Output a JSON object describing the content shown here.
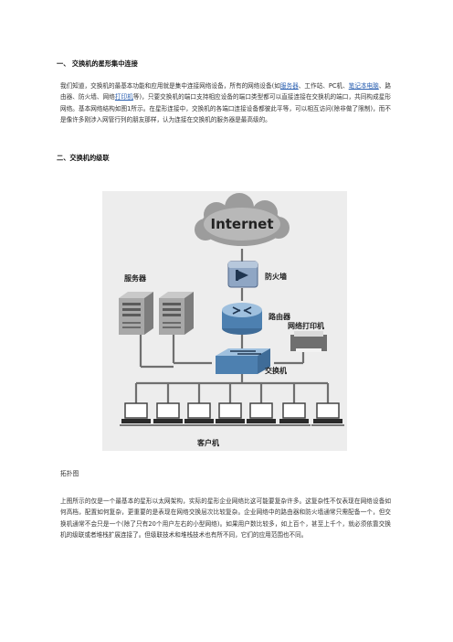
{
  "section1": {
    "title": "一、 交换机的星形集中连接",
    "p1_a": "我们知道，交换机的最基本功能和应用就是集中连接网络设备，所有的网络设备(如",
    "link_server": "服务器",
    "p1_b": "、工作站、PC",
    "p1_c": "机、",
    "link_notebook": "笔记本电脑",
    "p1_d": "、路由器、防火墙、网络",
    "link_printer": "打印机",
    "p1_e": "等)，只要交换机的端口支持相应设备的端口类型都可以直接连接在交换机的端口，共同构成星形网络。基本网络结构如图1所示。在星形连接中，交换机的各端口连接设备都彼此平等，可以相互访问(除非做了限制)，而不是像许多刚涉入网管行列的朋友那样，认为连接在交换机的服务器是最高级的。"
  },
  "section2": {
    "title": "二、交换机的级联"
  },
  "diagram": {
    "internet": "Internet",
    "firewall": "防火墙",
    "router": "路由器",
    "servers": "服务器",
    "printer": "网络打印机",
    "switch": "交换机",
    "clients": "客户机"
  },
  "caption": "拓扑图",
  "para2": "上图所示的仅是一个最基本的星形以太网架构，实际的星形企业网络比这可能要复杂许多。这复杂性不仅表现在网络设备如何高档，配置如何复杂，更重要的是表现在网络交换层次比较复杂。企业网络中的路由器和防火墙通常只需配备一个，但交换机通常不会只是一个(除了只有20个用户左右的小型网络)。如果用户数比较多，如上百个，甚至上千个，就必须依靠交换机的级联或者堆栈扩展连接了。但级联技术和堆栈技术也有所不同，它们的应用范围也不同。",
  "colors": {
    "link": "#2a5fb0",
    "cable": "#6f6f6f",
    "diagram_bg": "#ededed"
  }
}
